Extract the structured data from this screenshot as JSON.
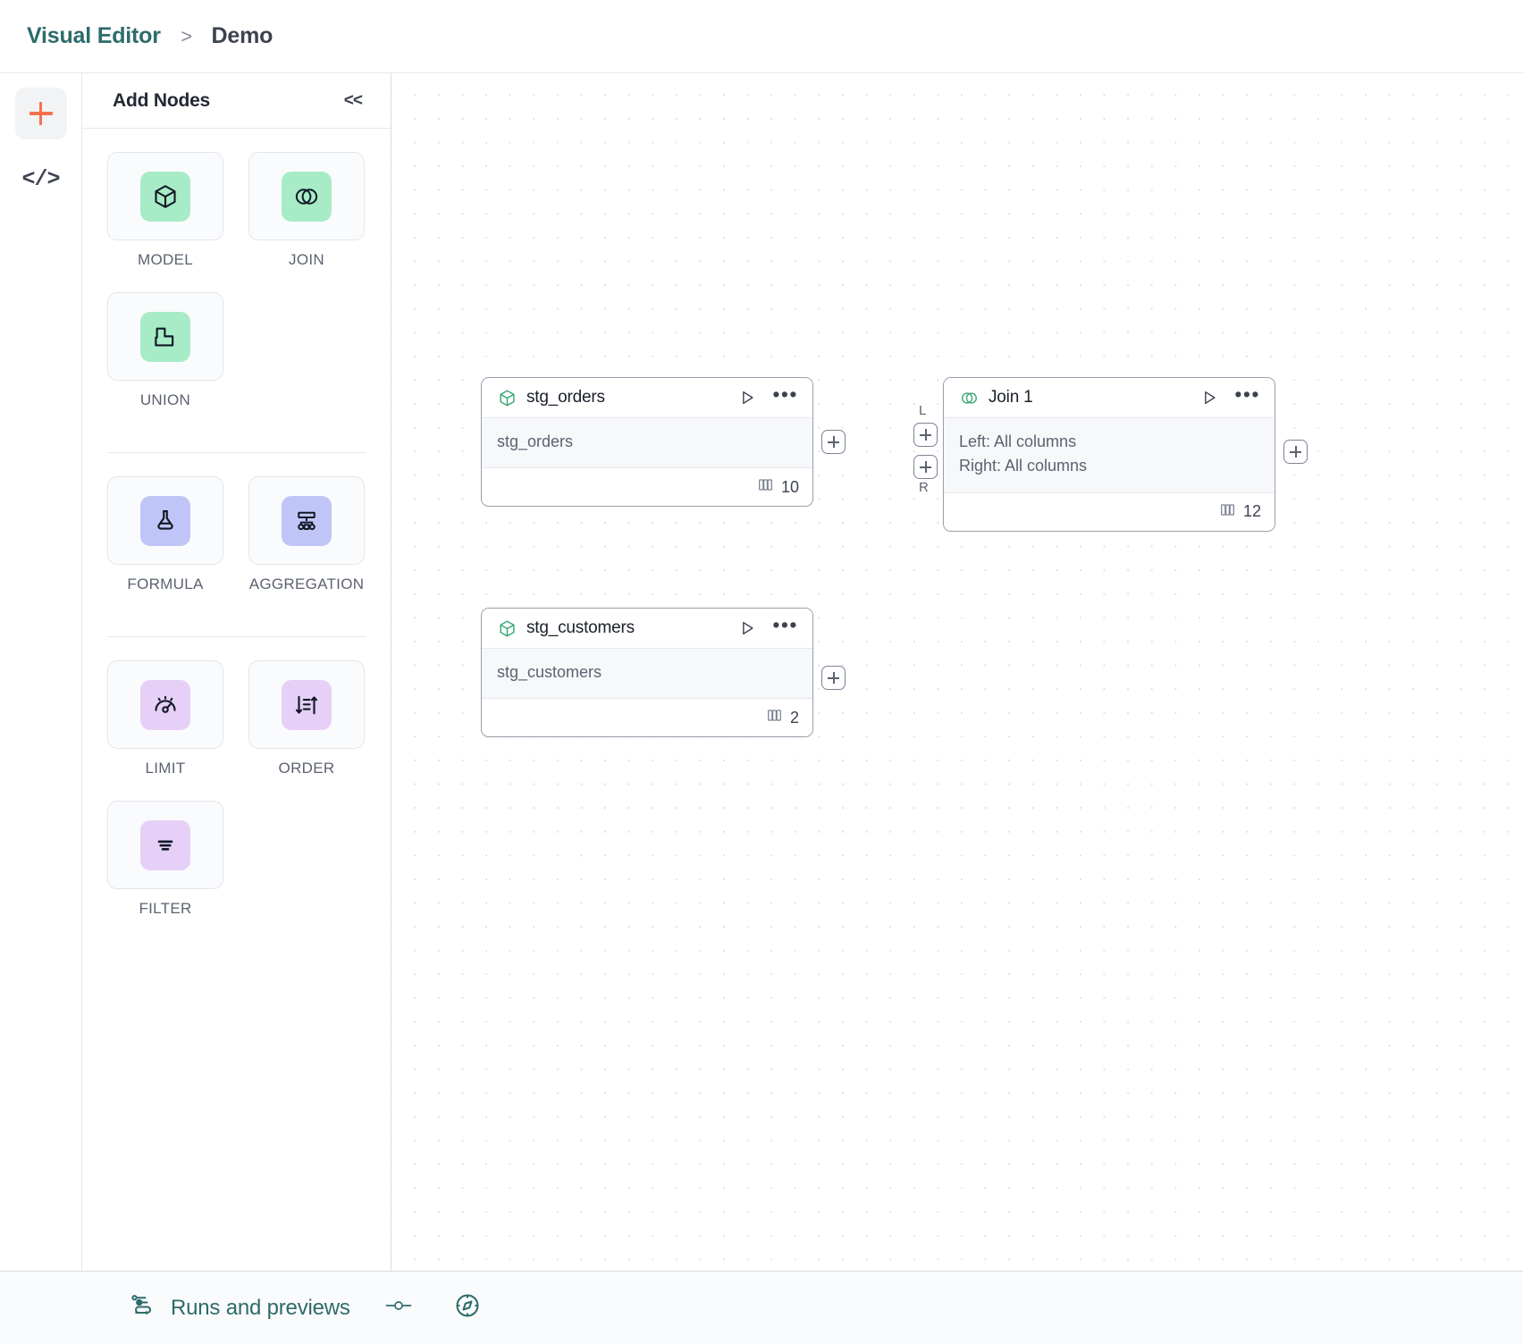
{
  "header": {
    "breadcrumb_root": "Visual Editor",
    "breadcrumb_separator": ">",
    "breadcrumb_current": "Demo"
  },
  "rail": {
    "add_icon": "plus-icon",
    "code_icon": "</>"
  },
  "palette": {
    "title": "Add Nodes",
    "collapse_label": "<<",
    "groups": [
      {
        "items": [
          {
            "label": "MODEL",
            "icon": "cube-icon",
            "swatch": "sw-green"
          },
          {
            "label": "JOIN",
            "icon": "venn-icon",
            "swatch": "sw-green"
          },
          {
            "label": "UNION",
            "icon": "union-icon",
            "swatch": "sw-green"
          }
        ]
      },
      {
        "items": [
          {
            "label": "FORMULA",
            "icon": "flask-icon",
            "swatch": "sw-blue"
          },
          {
            "label": "AGGREGATION",
            "icon": "hierarchy-icon",
            "swatch": "sw-blue"
          }
        ]
      },
      {
        "items": [
          {
            "label": "LIMIT",
            "icon": "gauge-icon",
            "swatch": "sw-purple"
          },
          {
            "label": "ORDER",
            "icon": "sort-icon",
            "swatch": "sw-purple"
          },
          {
            "label": "FILTER",
            "icon": "filter-icon",
            "swatch": "sw-purple"
          }
        ]
      }
    ]
  },
  "canvas": {
    "nodes": [
      {
        "id": "stg_orders",
        "title": "stg_orders",
        "icon": "cube-icon",
        "body_lines": [
          "stg_orders"
        ],
        "column_count": "10",
        "run_icon": "play-icon",
        "menu_icon": "ellipsis-icon",
        "columns_icon": "columns-icon"
      },
      {
        "id": "stg_customers",
        "title": "stg_customers",
        "icon": "cube-icon",
        "body_lines": [
          "stg_customers"
        ],
        "column_count": "2",
        "run_icon": "play-icon",
        "menu_icon": "ellipsis-icon",
        "columns_icon": "columns-icon"
      },
      {
        "id": "join_1",
        "title": "Join 1",
        "icon": "venn-icon",
        "body_lines": [
          "Left: All columns",
          "Right: All columns"
        ],
        "column_count": "12",
        "run_icon": "play-icon",
        "menu_icon": "ellipsis-icon",
        "columns_icon": "columns-icon"
      }
    ],
    "handle_tags": {
      "left": "L",
      "right": "R"
    }
  },
  "bottombar": {
    "runs_label": "Runs and previews",
    "runs_icon": "flow-icon",
    "slider_icon": "slider-icon",
    "compass_icon": "compass-icon"
  },
  "colors": {
    "accent_teal": "#2d6b6b",
    "accent_orange": "#f4714e",
    "node_green": "#3aa875",
    "swatch_green": "#a7ecc7",
    "swatch_blue": "#c0c5f7",
    "swatch_purple": "#e6d0f7"
  }
}
